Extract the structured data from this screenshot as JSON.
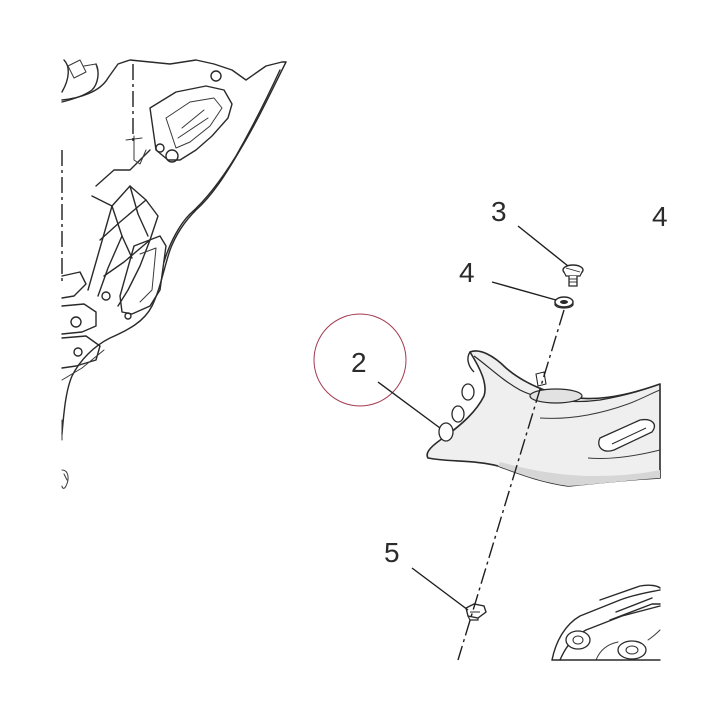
{
  "callouts": [
    {
      "id": "2",
      "label": "2"
    },
    {
      "id": "3",
      "label": "3"
    },
    {
      "id": "4",
      "label": "4"
    },
    {
      "id": "5",
      "label": "5"
    },
    {
      "id": "4-partial",
      "label": "4"
    }
  ],
  "highlight": {
    "target": "2",
    "color": "#a33a50"
  },
  "colors": {
    "line": "#2a2a2a",
    "panel_fill": "#efefef",
    "panel_shadow": "#d6d6d6"
  }
}
